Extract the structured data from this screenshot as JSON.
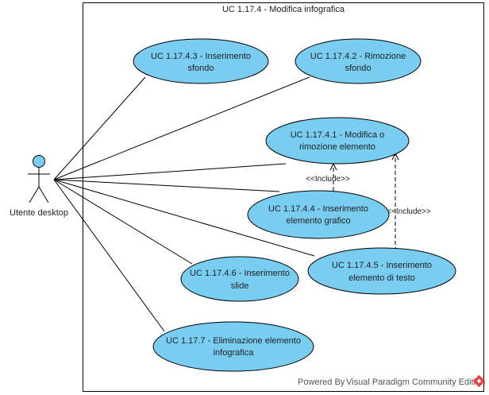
{
  "system": {
    "title": "UC 1.17.4 - Modifica infografica"
  },
  "actor": {
    "label": "Utente desktop"
  },
  "use_cases": {
    "uc_1_17_4_3": {
      "line1": "UC 1.17.4.3 - Inserimento",
      "line2": "sfondo"
    },
    "uc_1_17_4_2": {
      "line1": "UC 1.17.4.2 - Rimozione",
      "line2": "sfondo"
    },
    "uc_1_17_4_1": {
      "line1": "UC 1.17.4.1 - Modifica o",
      "line2": "rimozione elemento"
    },
    "uc_1_17_4_4": {
      "line1": "UC 1.17.4.4 - Inserimento",
      "line2": "elemento grafico"
    },
    "uc_1_17_4_5": {
      "line1": "UC 1.17.4.5 - Inserimento",
      "line2": "elemento di testo"
    },
    "uc_1_17_4_6": {
      "line1": "UC 1.17.4.6 - Inserimento",
      "line2": "slide"
    },
    "uc_1_17_7": {
      "line1": "UC 1.17.7 - Eliminazione elemento",
      "line2": "infografica"
    }
  },
  "relations": {
    "include_1": "<<Include>>",
    "include_2": "<<Include>>"
  },
  "footer": {
    "powered_by": "Powered By",
    "product": "Visual Paradigm Community Edition"
  },
  "colors": {
    "usecase_fill": "#79CDF0",
    "stroke": "#000000",
    "logo": "#E8423F"
  }
}
